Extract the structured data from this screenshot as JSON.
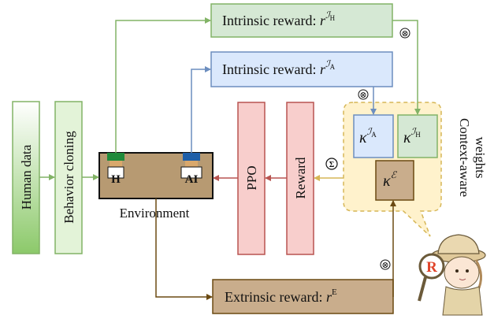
{
  "boxes": {
    "human_data": "Human data",
    "behavior_cloning": "Behavior cloning",
    "ppo": "PPO",
    "reward": "Reward",
    "environment": "Environment",
    "intrinsic_h": {
      "label": "Intrinsic reward: ",
      "sym": "r",
      "sup": "ℐ",
      "sub": "H"
    },
    "intrinsic_a": {
      "label": "Intrinsic reward: ",
      "sym": "r",
      "sup": "ℐ",
      "sub": "A"
    },
    "extrinsic": {
      "label": "Extrinsic reward: ",
      "sym": "r",
      "sup": "E"
    }
  },
  "weights": {
    "title_line1": "Context-aware",
    "title_line2": "weights",
    "kappa_symbol": "κ",
    "kappa_a": {
      "sup": "ℐ",
      "sub": "A"
    },
    "kappa_h": {
      "sup": "ℐ",
      "sub": "H"
    },
    "kappa_e": {
      "sup": "ℰ"
    }
  },
  "agents": {
    "human": "H",
    "ai": "AI"
  },
  "operators": {
    "multiply": "⊗",
    "sum": "Σ"
  },
  "colors": {
    "green_fill": "#d5e8d4",
    "green_stroke": "#82b366",
    "green_dark": "#8cc96a",
    "green_light": "#e3f3d8",
    "blue_fill": "#dae8fc",
    "blue_stroke": "#6c8ebf",
    "red_fill": "#f8cecc",
    "red_stroke": "#b85450",
    "brown_fill": "#c9ad8c",
    "brown_stroke": "#6b4a12",
    "yellow_fill": "#fff2cc",
    "yellow_stroke": "#d6b656",
    "env_fill": "#b79a72"
  }
}
